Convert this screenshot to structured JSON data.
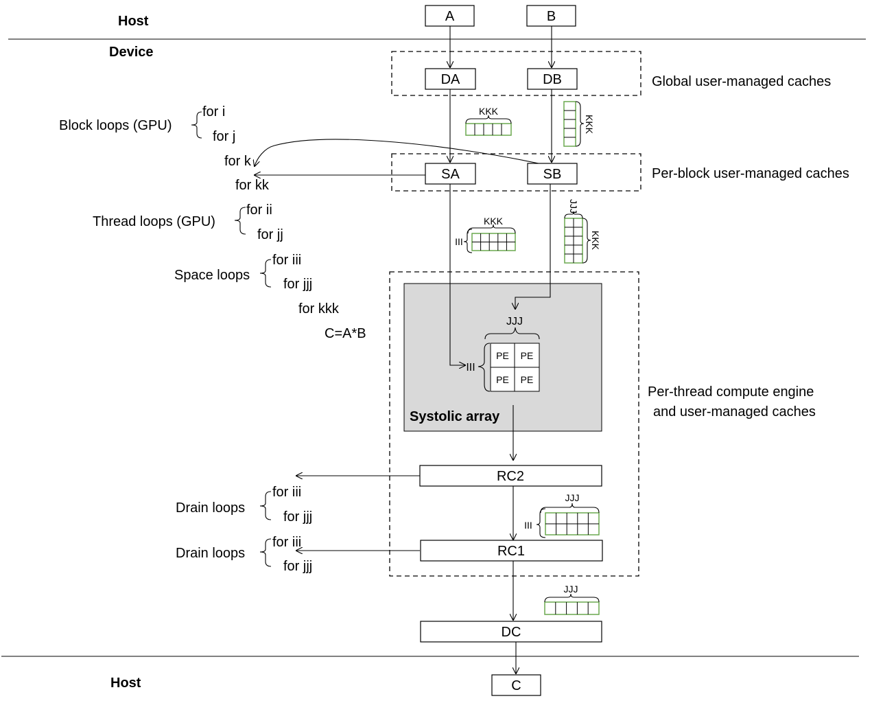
{
  "host_top": "Host",
  "device": "Device",
  "host_bottom": "Host",
  "boxes": {
    "a": "A",
    "b": "B",
    "da": "DA",
    "db": "DB",
    "sa": "SA",
    "sb": "SB",
    "rc2": "RC2",
    "rc1": "RC1",
    "dc": "DC",
    "c": "C"
  },
  "cache_labels": {
    "global": "Global user-managed caches",
    "per_block": "Per-block user-managed caches",
    "per_thread_line1": "Per-thread compute engine",
    "per_thread_line2": "and user-managed caches"
  },
  "loops": {
    "block_label": "Block loops (GPU)",
    "for_i": "for i",
    "for_j": "for j",
    "for_k": "for k",
    "for_kk": "for kk",
    "thread_label": "Thread loops (GPU)",
    "for_ii": "for ii",
    "for_jj": "for jj",
    "space_label": "Space loops",
    "for_iii": "for iii",
    "for_jjj": "for jjj",
    "for_kkk": "for kkk",
    "compute": "C=A*B",
    "drain1_label": "Drain loops",
    "drain1_iii": "for iii",
    "drain1_jjj": "for jjj",
    "drain2_label": "Drain loops",
    "drain2_iii": "for iii",
    "drain2_jjj": "for jjj"
  },
  "systolic": {
    "title": "Systolic array",
    "pe": [
      "PE",
      "PE",
      "PE",
      "PE"
    ],
    "jjj": "JJJ",
    "iii": "III"
  },
  "tile_labels": {
    "da_kkk": "KKK",
    "db_kkk": "KKK",
    "sa_kkk": "KKK",
    "sa_iii": "III",
    "sb_jjj": "JJJ",
    "sb_kkk": "KKK",
    "rc2_jjj": "JJJ",
    "rc2_iii": "III",
    "rc1_jjj": "JJJ"
  },
  "colors": {
    "tile_border": "#6aa84f",
    "systolic_fill": "#d9d9d9"
  }
}
